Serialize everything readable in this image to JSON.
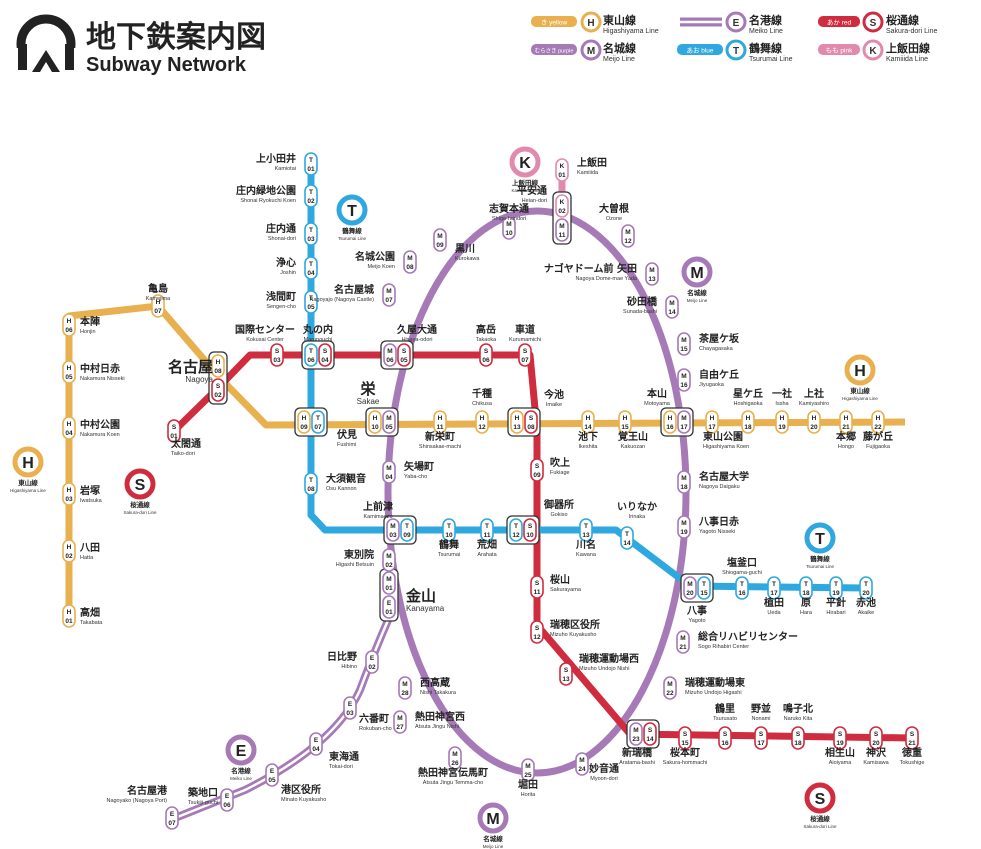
{
  "title": {
    "jp": "地下鉄案内図",
    "en": "Subway Network"
  },
  "legend": [
    {
      "id": "H",
      "color_label": "き yellow",
      "name_jp": "東山線",
      "name_en": "Higashiyama Line"
    },
    {
      "id": "M",
      "color_label": "むらさき purple",
      "name_jp": "名城線",
      "name_en": "Meijo Line"
    },
    {
      "id": "E",
      "color_label": "",
      "name_jp": "名港線",
      "name_en": "Meiko Line"
    },
    {
      "id": "T",
      "color_label": "あお blue",
      "name_jp": "鶴舞線",
      "name_en": "Tsurumai Line"
    },
    {
      "id": "S",
      "color_label": "あか red",
      "name_jp": "桜通線",
      "name_en": "Sakura-dori Line"
    },
    {
      "id": "K",
      "color_label": "もも pink",
      "name_jp": "上飯田線",
      "name_en": "Kamiiida Line"
    }
  ],
  "colors": {
    "H": "#e8b04e",
    "M": "#a57ab7",
    "E": "#a57ab7",
    "T": "#2ea8df",
    "S": "#cf2d3f",
    "K": "#e28aae"
  },
  "line_badges": [
    {
      "line": "K",
      "jp": "上飯田線",
      "en": "Kamiiida Line"
    },
    {
      "line": "T",
      "jp": "鶴舞線",
      "en": "Tsurumai Line"
    },
    {
      "line": "M",
      "jp": "名城線",
      "en": "Meijo Line"
    },
    {
      "line": "H",
      "jp": "東山線",
      "en": "Higashiyama Line"
    },
    {
      "line": "H",
      "jp": "東山線",
      "en": "Higashiyama Line"
    },
    {
      "line": "S",
      "jp": "桜通線",
      "en": "Sakura-dori Line"
    },
    {
      "line": "T",
      "jp": "鶴舞線",
      "en": "Tsurumai Line"
    },
    {
      "line": "E",
      "jp": "名港線",
      "en": "Meiko Line"
    },
    {
      "line": "M",
      "jp": "名城線",
      "en": "Meijo Line"
    },
    {
      "line": "S",
      "jp": "桜通線",
      "en": "Sakura-dori Line"
    }
  ],
  "stations": [
    {
      "codes": [
        "H01"
      ],
      "jp": "高畑",
      "en": "Takabata"
    },
    {
      "codes": [
        "H02"
      ],
      "jp": "八田",
      "en": "Hatta"
    },
    {
      "codes": [
        "H03"
      ],
      "jp": "岩塚",
      "en": "Iwatsuka"
    },
    {
      "codes": [
        "H04"
      ],
      "jp": "中村公園",
      "en": "Nakamura Koen"
    },
    {
      "codes": [
        "H05"
      ],
      "jp": "中村日赤",
      "en": "Nakamura Nisseki"
    },
    {
      "codes": [
        "H06"
      ],
      "jp": "本陣",
      "en": "Honjin"
    },
    {
      "codes": [
        "H07"
      ],
      "jp": "亀島",
      "en": "Kamejima"
    },
    {
      "codes": [
        "H08",
        "S02"
      ],
      "jp": "名古屋",
      "en": "Nagoya"
    },
    {
      "codes": [
        "S01"
      ],
      "jp": "太閤通",
      "en": "Taiko-dori"
    },
    {
      "codes": [
        "S03"
      ],
      "jp": "国際センター",
      "en": "Kokusai Center"
    },
    {
      "codes": [
        "T06",
        "S04"
      ],
      "jp": "丸の内",
      "en": "Marunouchi"
    },
    {
      "codes": [
        "M06",
        "S05"
      ],
      "jp": "久屋大通",
      "en": "Hisaya-odori"
    },
    {
      "codes": [
        "S06"
      ],
      "jp": "高岳",
      "en": "Takaoka"
    },
    {
      "codes": [
        "S07"
      ],
      "jp": "車道",
      "en": "Kurumamichi"
    },
    {
      "codes": [
        "H09",
        "T07"
      ],
      "jp": "伏見",
      "en": "Fushimi"
    },
    {
      "codes": [
        "H10",
        "M05"
      ],
      "jp": "栄",
      "en": "Sakae"
    },
    {
      "codes": [
        "H11"
      ],
      "jp": "新栄町",
      "en": "Shinsakae-machi"
    },
    {
      "codes": [
        "H12"
      ],
      "jp": "千種",
      "en": "Chikusa"
    },
    {
      "codes": [
        "H13",
        "S08"
      ],
      "jp": "今池",
      "en": "Imaike"
    },
    {
      "codes": [
        "H14"
      ],
      "jp": "池下",
      "en": "Ikeshita"
    },
    {
      "codes": [
        "H15"
      ],
      "jp": "覚王山",
      "en": "Kakuozan"
    },
    {
      "codes": [
        "H16",
        "M17"
      ],
      "jp": "本山",
      "en": "Motoyama"
    },
    {
      "codes": [
        "H17"
      ],
      "jp": "東山公園",
      "en": "Higashiyama Koen"
    },
    {
      "codes": [
        "H18"
      ],
      "jp": "星ケ丘",
      "en": "Hoshigaoka"
    },
    {
      "codes": [
        "H19"
      ],
      "jp": "一社",
      "en": "Issha"
    },
    {
      "codes": [
        "H20"
      ],
      "jp": "上社",
      "en": "Kamiyashiro"
    },
    {
      "codes": [
        "H21"
      ],
      "jp": "本郷",
      "en": "Hongo"
    },
    {
      "codes": [
        "H22"
      ],
      "jp": "藤が丘",
      "en": "Fujigaoka"
    },
    {
      "codes": [
        "T01"
      ],
      "jp": "上小田井",
      "en": "Kamiotai"
    },
    {
      "codes": [
        "T02"
      ],
      "jp": "庄内緑地公園",
      "en": "Shonai Ryokuchi Koen"
    },
    {
      "codes": [
        "T03"
      ],
      "jp": "庄内通",
      "en": "Shonai-dori"
    },
    {
      "codes": [
        "T04"
      ],
      "jp": "浄心",
      "en": "Joshin"
    },
    {
      "codes": [
        "T05"
      ],
      "jp": "浅間町",
      "en": "Sengen-cho"
    },
    {
      "codes": [
        "T08"
      ],
      "jp": "大須観音",
      "en": "Osu Kannon"
    },
    {
      "codes": [
        "M03",
        "T09"
      ],
      "jp": "上前津",
      "en": "Kamimaezu"
    },
    {
      "codes": [
        "T10"
      ],
      "jp": "鶴舞",
      "en": "Tsurumai"
    },
    {
      "codes": [
        "T11"
      ],
      "jp": "荒畑",
      "en": "Arahata"
    },
    {
      "codes": [
        "T12",
        "S10"
      ],
      "jp": "御器所",
      "en": "Gokiso"
    },
    {
      "codes": [
        "T13"
      ],
      "jp": "川名",
      "en": "Kawana"
    },
    {
      "codes": [
        "T14"
      ],
      "jp": "いりなか",
      "en": "Irinaka"
    },
    {
      "codes": [
        "M20",
        "T15"
      ],
      "jp": "八事",
      "en": "Yagoto"
    },
    {
      "codes": [
        "T16"
      ],
      "jp": "塩釜口",
      "en": "Shiogama-guchi"
    },
    {
      "codes": [
        "T17"
      ],
      "jp": "植田",
      "en": "Ueda"
    },
    {
      "codes": [
        "T18"
      ],
      "jp": "原",
      "en": "Hara"
    },
    {
      "codes": [
        "T19"
      ],
      "jp": "平針",
      "en": "Hirabari"
    },
    {
      "codes": [
        "T20"
      ],
      "jp": "赤池",
      "en": "Akaike"
    },
    {
      "codes": [
        "S09"
      ],
      "jp": "吹上",
      "en": "Fukiage"
    },
    {
      "codes": [
        "S11"
      ],
      "jp": "桜山",
      "en": "Sakurayama"
    },
    {
      "codes": [
        "S12"
      ],
      "jp": "瑞穂区役所",
      "en": "Mizuho Kuyakusho"
    },
    {
      "codes": [
        "S13"
      ],
      "jp": "瑞穂運動場西",
      "en": "Mizuho Undojo Nishi"
    },
    {
      "codes": [
        "M23",
        "S14"
      ],
      "jp": "新瑞橋",
      "en": "Aratama-bashi"
    },
    {
      "codes": [
        "S15"
      ],
      "jp": "桜本町",
      "en": "Sakura-hommachi"
    },
    {
      "codes": [
        "S16"
      ],
      "jp": "鶴里",
      "en": "Tsurusato"
    },
    {
      "codes": [
        "S17"
      ],
      "jp": "野並",
      "en": "Nonami"
    },
    {
      "codes": [
        "S18"
      ],
      "jp": "鳴子北",
      "en": "Naruko Kita"
    },
    {
      "codes": [
        "S19"
      ],
      "jp": "相生山",
      "en": "Aioiyama"
    },
    {
      "codes": [
        "S20"
      ],
      "jp": "神沢",
      "en": "Kamisawa"
    },
    {
      "codes": [
        "S21"
      ],
      "jp": "徳重",
      "en": "Tokushige"
    },
    {
      "codes": [
        "K01"
      ],
      "jp": "上飯田",
      "en": "Kamiiida"
    },
    {
      "codes": [
        "K02",
        "M11"
      ],
      "jp": "平安通",
      "en": "Heian-dori"
    },
    {
      "codes": [
        "M12"
      ],
      "jp": "大曽根",
      "en": "Ozone"
    },
    {
      "codes": [
        "M13"
      ],
      "jp": "ナゴヤドーム前 矢田",
      "en": "Nagoya Dome-mae Yada"
    },
    {
      "codes": [
        "M14"
      ],
      "jp": "砂田橋",
      "en": "Sunada-bashi"
    },
    {
      "codes": [
        "M15"
      ],
      "jp": "茶屋ケ坂",
      "en": "Chayagasaka"
    },
    {
      "codes": [
        "M16"
      ],
      "jp": "自由ケ丘",
      "en": "Jiyugaoka"
    },
    {
      "codes": [
        "M18"
      ],
      "jp": "名古屋大学",
      "en": "Nagoya Daigaku"
    },
    {
      "codes": [
        "M19"
      ],
      "jp": "八事日赤",
      "en": "Yagoto Nisseki"
    },
    {
      "codes": [
        "M21"
      ],
      "jp": "総合リハビリセンター",
      "en": "Sogo Rihabiri Center"
    },
    {
      "codes": [
        "M22"
      ],
      "jp": "瑞穂運動場東",
      "en": "Mizuho Undojo Higashi"
    },
    {
      "codes": [
        "M24"
      ],
      "jp": "妙音通",
      "en": "Myoon-dori"
    },
    {
      "codes": [
        "M25"
      ],
      "jp": "堀田",
      "en": "Horita"
    },
    {
      "codes": [
        "M26"
      ],
      "jp": "熱田神宮伝馬町",
      "en": "Atsuta Jingu Temma-cho"
    },
    {
      "codes": [
        "M27"
      ],
      "jp": "熱田神宮西",
      "en": "Atsuta Jingu Nishi"
    },
    {
      "codes": [
        "M28"
      ],
      "jp": "西高蔵",
      "en": "Nishi Takakura"
    },
    {
      "codes": [
        "M01",
        "E01"
      ],
      "jp": "金山",
      "en": "Kanayama"
    },
    {
      "codes": [
        "M02"
      ],
      "jp": "東別院",
      "en": "Higashi Betsuin"
    },
    {
      "codes": [
        "M04"
      ],
      "jp": "矢場町",
      "en": "Yaba-cho"
    },
    {
      "codes": [
        "M07"
      ],
      "jp": "名古屋城",
      "en": "Nagoyajo (Nagoya Castle)"
    },
    {
      "codes": [
        "M08"
      ],
      "jp": "名城公園",
      "en": "Meijo Koen"
    },
    {
      "codes": [
        "M09"
      ],
      "jp": "黒川",
      "en": "Kurokawa"
    },
    {
      "codes": [
        "M10"
      ],
      "jp": "志賀本通",
      "en": "Shiga-hondori"
    },
    {
      "codes": [
        "E02"
      ],
      "jp": "日比野",
      "en": "Hibino"
    },
    {
      "codes": [
        "E03"
      ],
      "jp": "六番町",
      "en": "Rokuban-cho"
    },
    {
      "codes": [
        "E04"
      ],
      "jp": "東海通",
      "en": "Tokai-dori"
    },
    {
      "codes": [
        "E05"
      ],
      "jp": "港区役所",
      "en": "Minato Kuyakusho"
    },
    {
      "codes": [
        "E06"
      ],
      "jp": "築地口",
      "en": "Tsukiji-guchi"
    },
    {
      "codes": [
        "E07"
      ],
      "jp": "名古屋港",
      "en": "Nagoyako (Nagoya Port)"
    }
  ]
}
